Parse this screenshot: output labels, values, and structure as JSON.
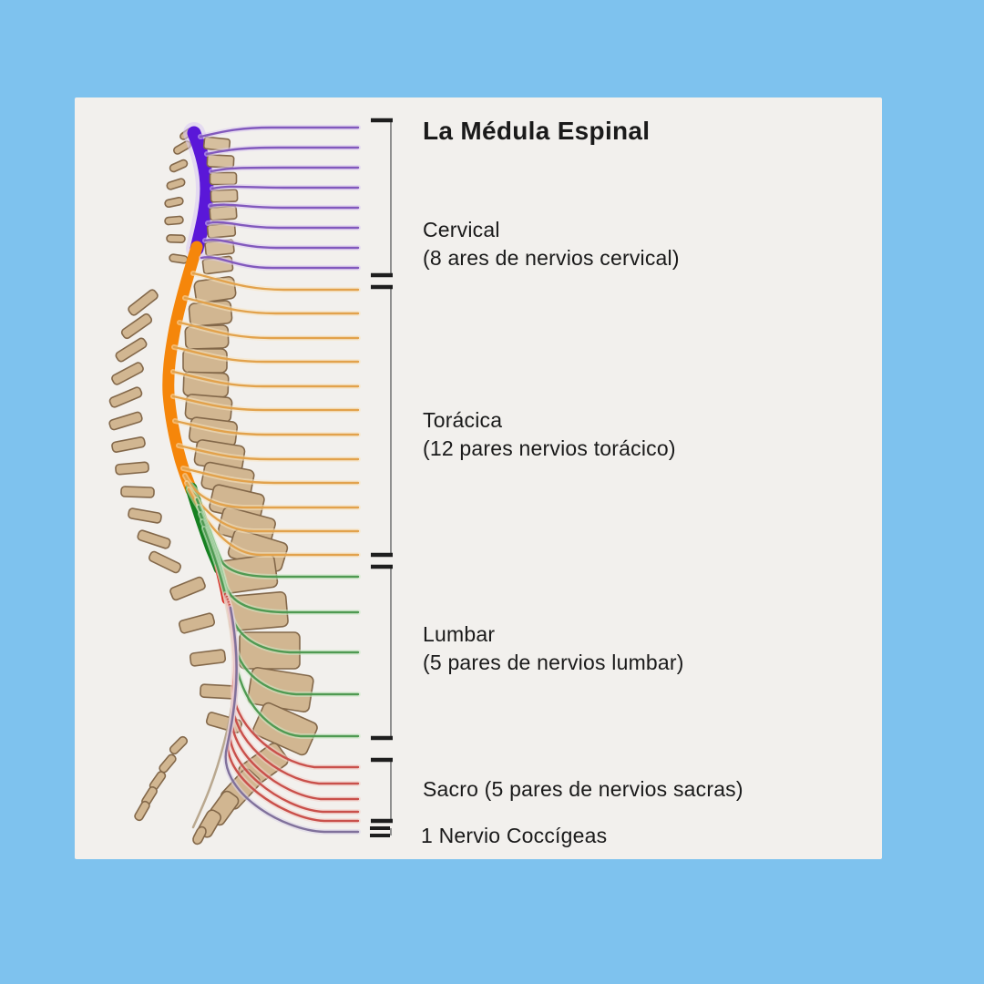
{
  "title": "La Médula Espinal",
  "sections": [
    {
      "id": "cervical",
      "label": "Cervical",
      "sublabel": "(8 ares de nervios cervical)",
      "nerves": 8,
      "cord_color": "#5a17d8",
      "nerve_color": "#8259bd",
      "nerve_halo": "#ddccf1"
    },
    {
      "id": "toracica",
      "label": "Torácica",
      "sublabel": "(12 pares nervios torácico)",
      "nerves": 12,
      "cord_color": "#f5860a",
      "nerve_color": "#e2a24c",
      "nerve_halo": "#f7e4c0"
    },
    {
      "id": "lumbar",
      "label": "Lumbar",
      "sublabel": "(5 pares de nervios lumbar)",
      "nerves": 5,
      "cord_color": "#168121",
      "nerve_color": "#4f9a52",
      "nerve_halo": "#cdeac8"
    },
    {
      "id": "sacro",
      "label": "Sacro (5 pares de nervios sacras)",
      "sublabel": "",
      "nerves": 5,
      "cord_color": "#d8261f",
      "nerve_color": "#c9504b",
      "nerve_halo": "#f2cfc8"
    },
    {
      "id": "coccigeo",
      "label": "1 Nervio Coccígeas",
      "sublabel": "",
      "nerves": 1,
      "cord_color": "#8d7ba6",
      "nerve_color": "#80719b",
      "nerve_halo": "#d9d2e6"
    }
  ],
  "colors": {
    "background": "#7ec2ee",
    "panel": "#f2f0ed",
    "vertebra_fill": "#d1b691",
    "vertebra_fill_cervical": "#d6bf9e",
    "vertebra_outline": "#83684a",
    "bracket_tick": "#1e1e1e",
    "bracket_line": "#8f8f8f",
    "text": "#1a1a1a",
    "cord_halo": "#d8c8f2",
    "filum": "#b9a88f"
  }
}
